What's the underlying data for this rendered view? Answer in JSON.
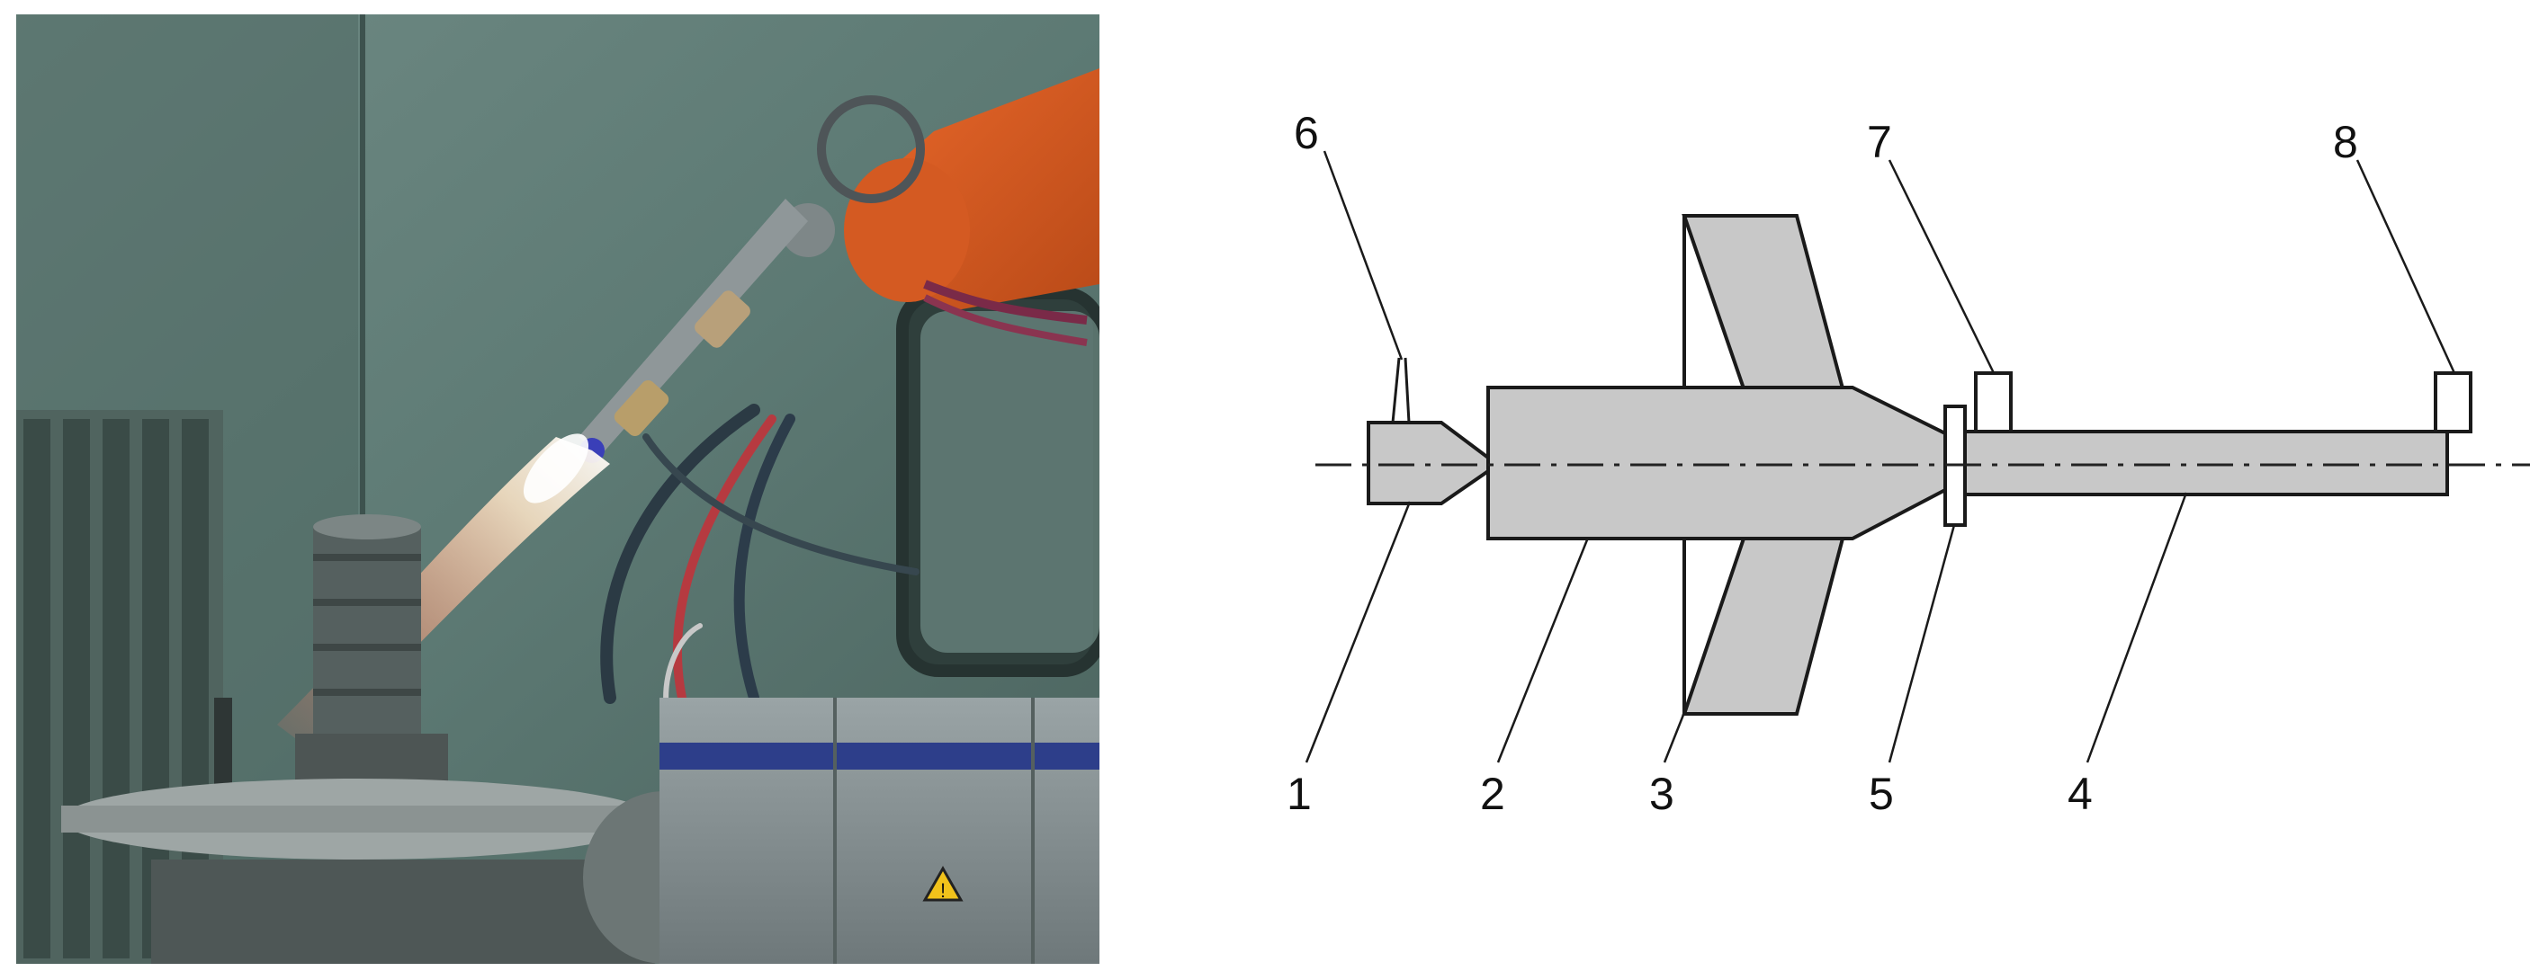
{
  "photo": {
    "subject": "plasma-spray-robot-photo",
    "warning_sign": "!"
  },
  "diagram": {
    "labels": {
      "l1": "1",
      "l2": "2",
      "l3": "3",
      "l4": "4",
      "l5": "5",
      "l6": "6",
      "l7": "7",
      "l8": "8"
    },
    "colors": {
      "fill": "#c8c8c8",
      "stroke": "#1a1a1a",
      "axis": "#222222"
    }
  }
}
